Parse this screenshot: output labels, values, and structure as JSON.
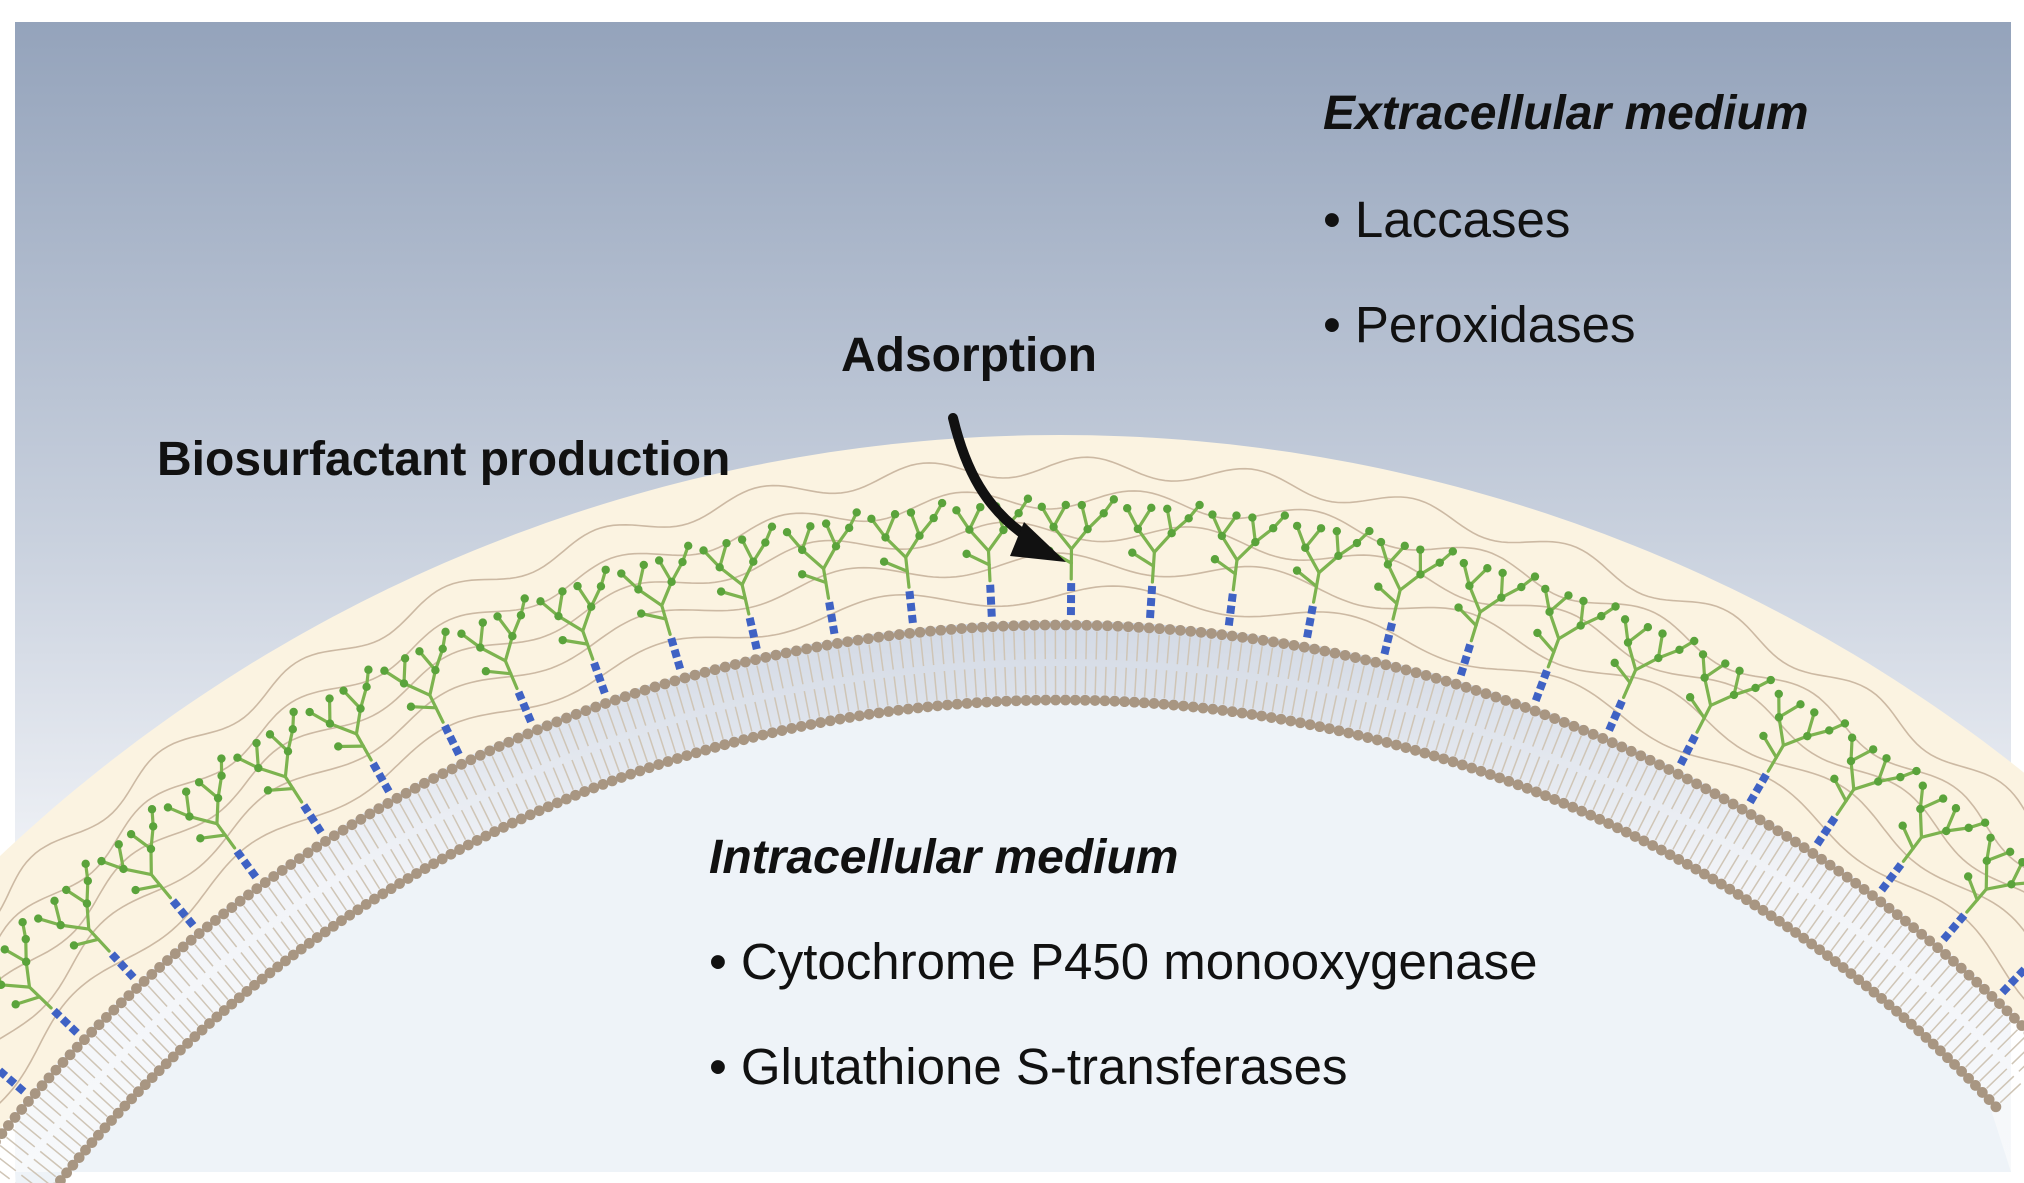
{
  "labels": {
    "adsorption": "Adsorption",
    "biosurfactant": "Biosurfactant production"
  },
  "extracellular": {
    "heading": "Extracellular medium",
    "items": [
      "Laccases",
      "Peroxidases"
    ]
  },
  "intracellular": {
    "heading": "Intracellular medium",
    "items": [
      "Cytochrome P450 monooxygenase",
      "Glutathione S-transferases"
    ]
  },
  "bullet_char": "•",
  "colors": {
    "sky_top": "#94a3bb",
    "sky_bottom": "#f2f4f8",
    "cytoplasm": "#eef3f8",
    "cell_wall": "#fbf3e1",
    "fibres": "#c6b29c",
    "lipid_head": "#a89682",
    "lipid_tail": "#cfc5b6",
    "glycan": "#7cb34f",
    "glycan_node": "#5aa33b",
    "protein_stem": "#3f62c4",
    "arrow": "#111111"
  },
  "icons": {
    "membrane": "lipid-bilayer",
    "surface_molecule": "glycoprotein-icon",
    "arrow": "curved-arrow-icon"
  }
}
